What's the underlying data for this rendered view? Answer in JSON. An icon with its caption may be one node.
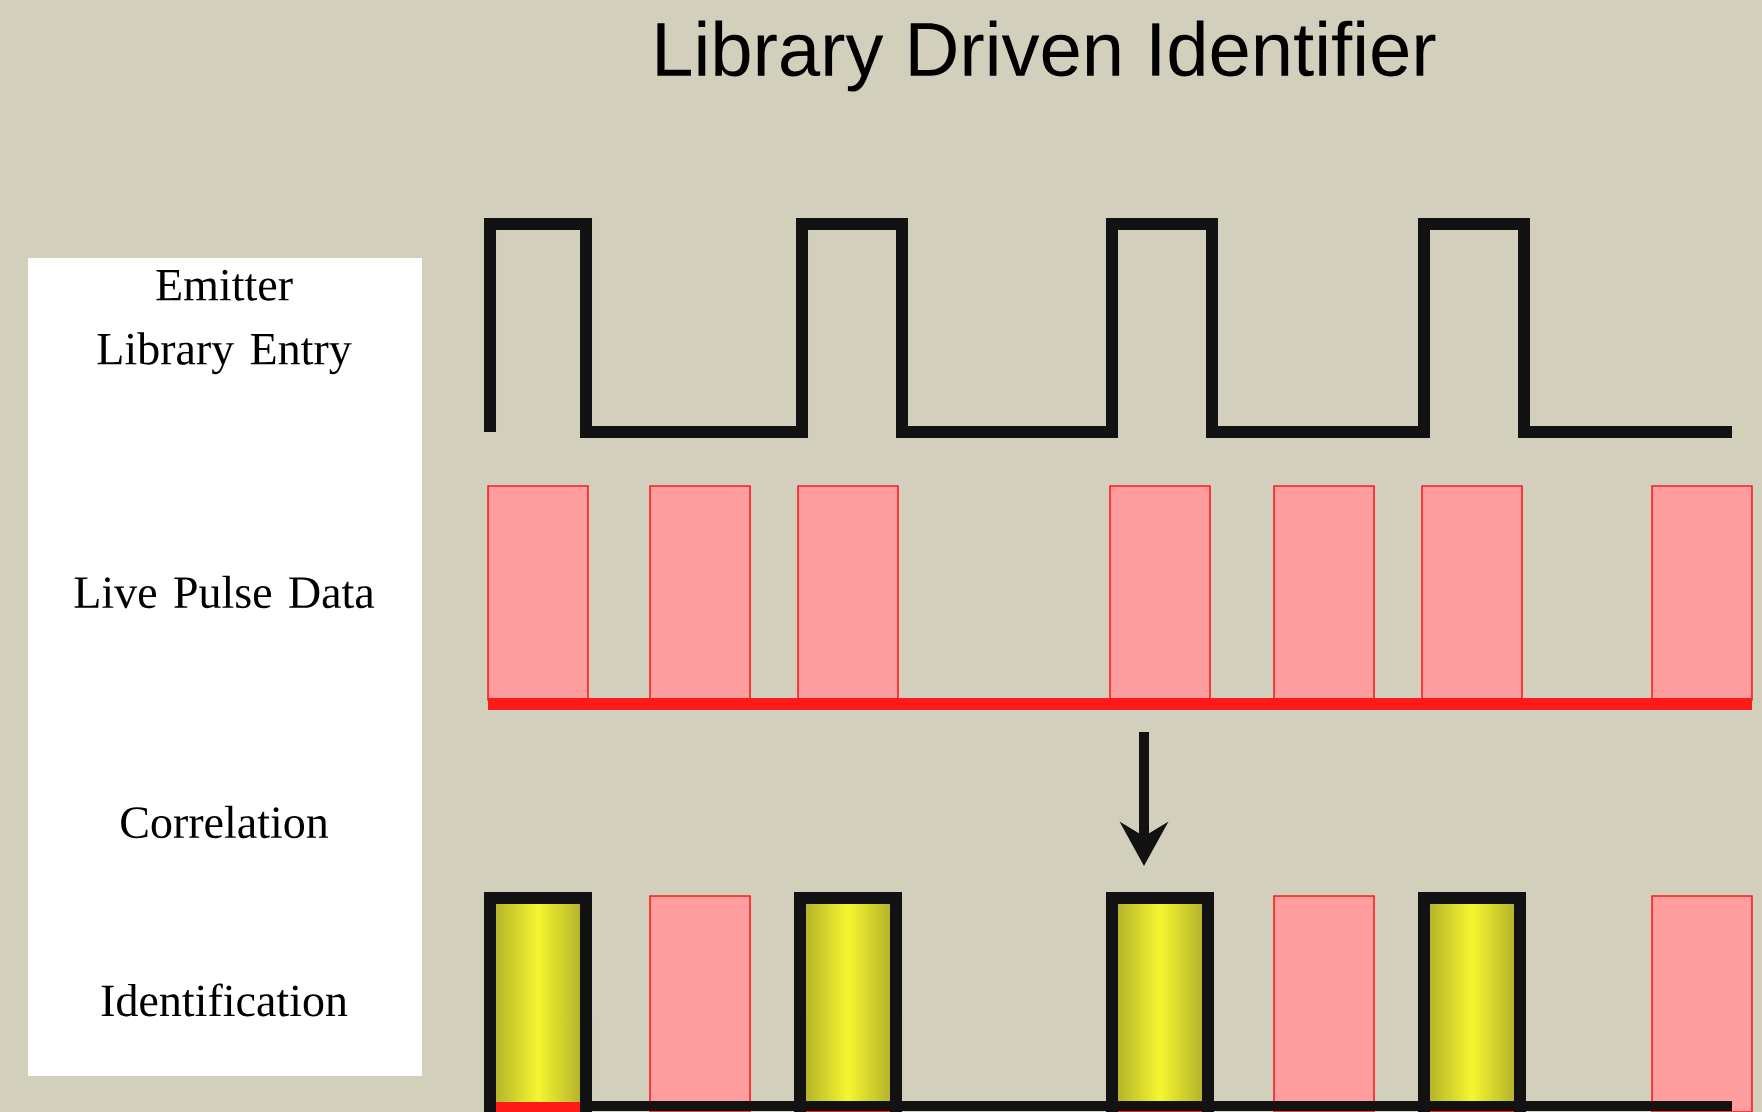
{
  "diagram": {
    "title": "Library Driven Identifier",
    "labels": [
      "Emitter Library Entry",
      "Live Pulse Data",
      "Correlation",
      "Identification"
    ]
  }
}
